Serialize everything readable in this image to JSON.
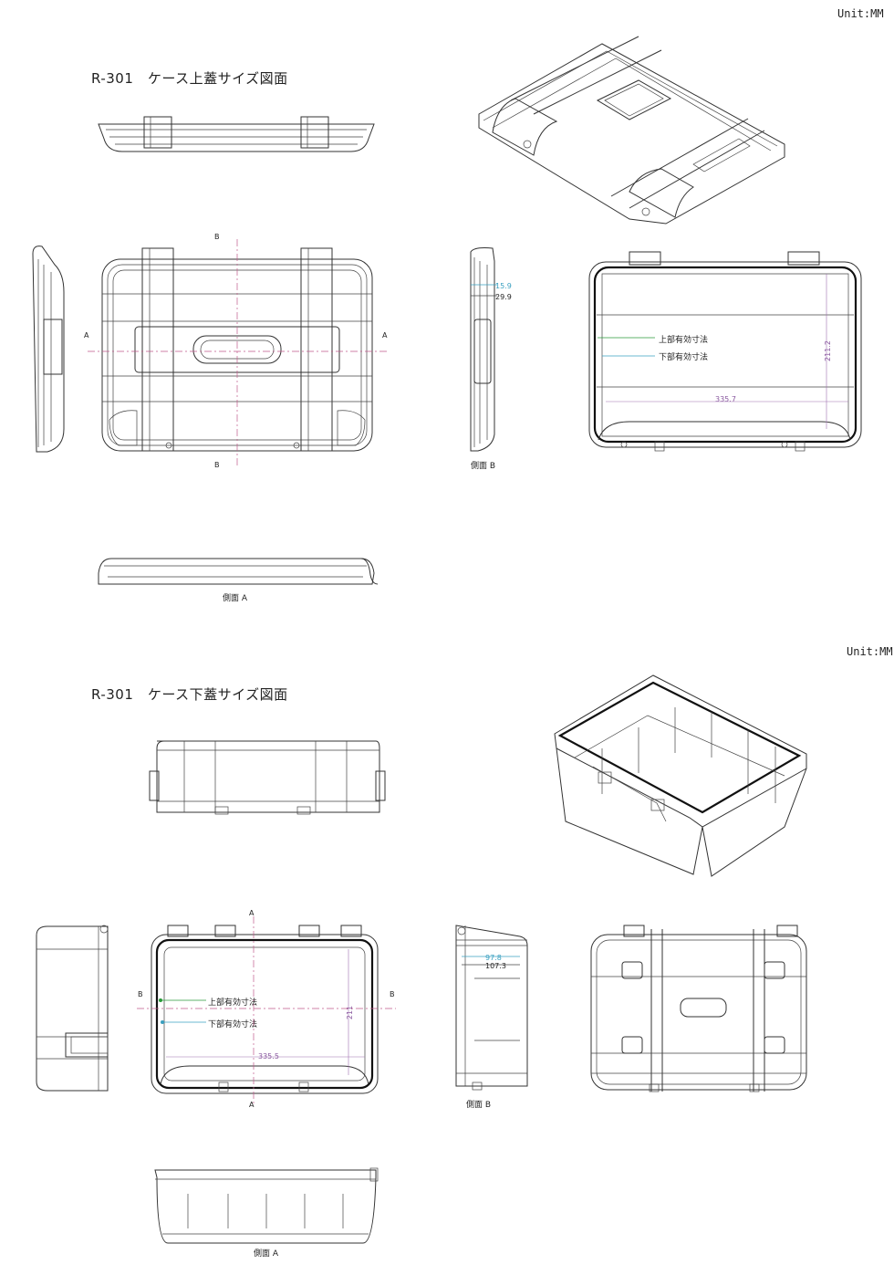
{
  "unit_top": "Unit:MM",
  "unit_bottom": "Unit:MM",
  "lid": {
    "title": "R-301　ケース上蓋サイズ図面",
    "side_b_caption": "側面 B",
    "side_a_caption": "側面 A",
    "upper_label": "上部有効寸法",
    "lower_label": "下部有効寸法",
    "dim_width": "335.7",
    "dim_height": "211.2",
    "dim_depth_1": "15.9",
    "dim_depth_2": "29.9",
    "section_a": "A",
    "section_b": "B"
  },
  "base": {
    "title": "R-301　ケース下蓋サイズ図面",
    "side_b_caption": "側面 B",
    "side_a_caption": "側面 A",
    "upper_label": "上部有効寸法",
    "lower_label": "下部有効寸法",
    "dim_width": "335.5",
    "dim_height": "211",
    "dim_depth_1": "97.8",
    "dim_depth_2": "107.3",
    "section_a": "A",
    "section_b": "B"
  }
}
